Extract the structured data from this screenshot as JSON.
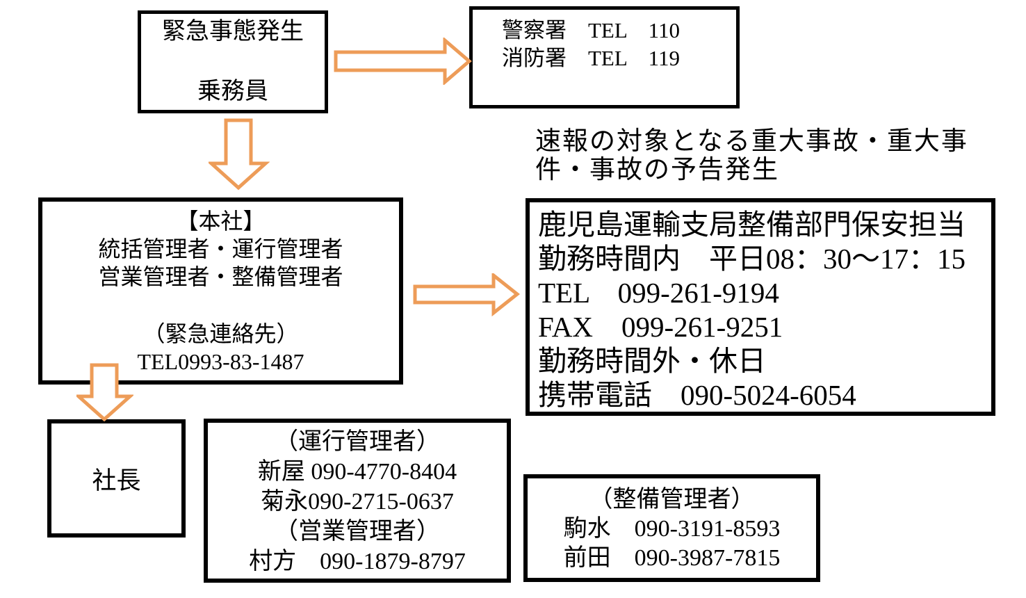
{
  "colors": {
    "background": "#FFFFFF",
    "box_border": "#000000",
    "text": "#000000",
    "arrow_outline": "#ED9C58",
    "arrow_fill": "#FFFFFF"
  },
  "boxes": {
    "crew": {
      "lines": [
        "緊急事態発生",
        "乗務員"
      ]
    },
    "police_fire": {
      "lines": [
        "警察署　TEL　110",
        "消防署　TEL　119"
      ]
    },
    "head_office": {
      "lines": [
        "【本社】",
        "統括管理者・運行管理者",
        "営業管理者・整備管理者",
        "（緊急連絡先）",
        "TEL0993-83-1487"
      ]
    },
    "transport_bureau": {
      "lines": [
        "鹿児島運輸支局整備部門保安担当",
        "勤務時間内　平日08：30～17：15",
        "TEL　099-261-9194",
        "FAX　099-261-9251",
        "勤務時間外・休日",
        "携帯電話　090-5024-6054"
      ]
    },
    "president": {
      "lines": [
        "社長"
      ]
    },
    "operation_managers": {
      "lines": [
        "（運行管理者）",
        "新屋 090-4770-8404",
        "菊永090-2715-0637",
        "（営業管理者）",
        "村方　090-1879-8797"
      ]
    },
    "maintenance_managers": {
      "lines": [
        "（整備管理者）",
        "駒水　090-3191-8593",
        "前田　090-3987-7815"
      ]
    }
  },
  "notes": {
    "serious_incident": {
      "lines": [
        "速報の対象となる重大事故・重大事",
        "件・事故の予告発生"
      ]
    }
  },
  "arrows": {
    "crew_to_police": "right-block-arrow",
    "crew_to_head_office": "down-block-arrow",
    "head_office_to_bureau": "right-block-arrow",
    "head_office_to_president": "down-block-arrow"
  }
}
